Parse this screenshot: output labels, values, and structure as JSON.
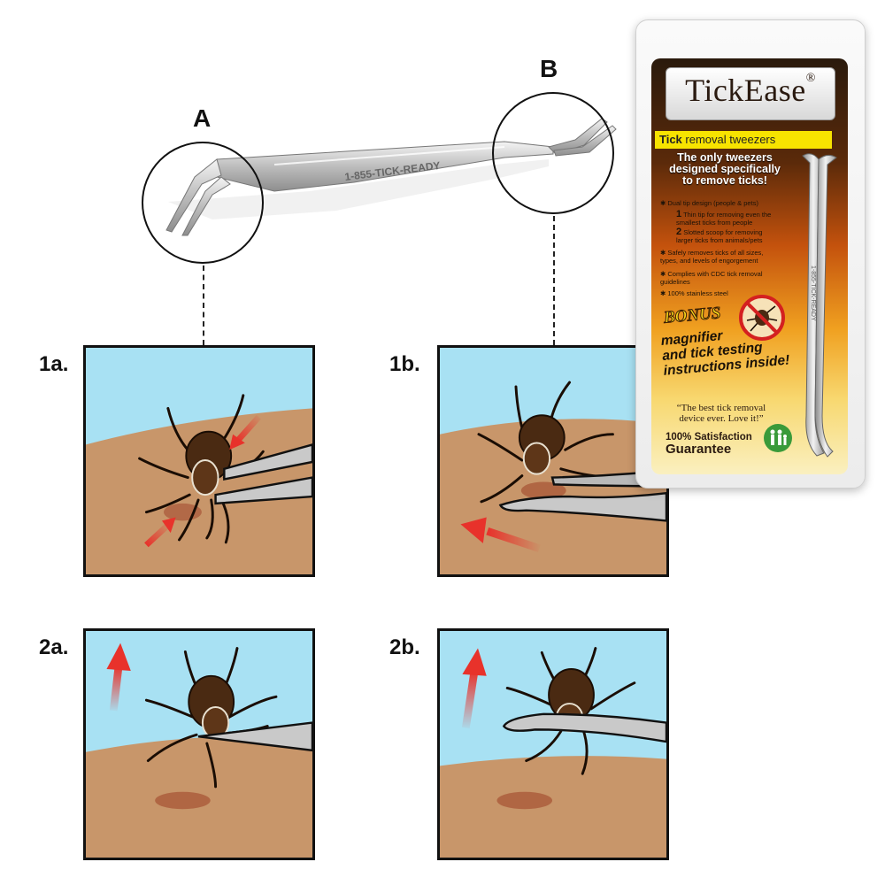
{
  "callouts": {
    "a": "A",
    "b": "B"
  },
  "tweezer_engraving": "1-855-TICK-READY",
  "steps": [
    "1a.",
    "1b.",
    "2a.",
    "2b."
  ],
  "package": {
    "brand": "TickEase",
    "registered": "®",
    "tagline_bold": "Tick",
    "tagline_rest": " removal tweezers",
    "headline": [
      "The only tweezers",
      "designed specifically",
      "to remove ticks!"
    ],
    "features": [
      "Dual tip design (people & pets)",
      "Thin tip for removing even the smallest ticks from people",
      "Slotted scoop for removing larger ticks from animals/pets",
      "Safely removes ticks of all sizes, types, and levels of engorgement",
      "Complies with CDC tick removal guidelines",
      "100% stainless steel"
    ],
    "feature_numbers": [
      "1",
      "2"
    ],
    "bonus": "BONUS",
    "bonus_text": [
      "magnifier",
      "and tick testing",
      "instructions inside!"
    ],
    "quote": [
      "“The best tick removal",
      "device ever. Love it!”"
    ],
    "satisfaction": "100% Satisfaction",
    "guarantee": "Guarantee",
    "tool_engraving": "1-855-TICK-READY"
  },
  "colors": {
    "sky": "#a8e1f3",
    "skin": "#c8966a",
    "tick": "#4a2a12",
    "arrow": "#e8322b",
    "steel": "#c9c9c9"
  }
}
